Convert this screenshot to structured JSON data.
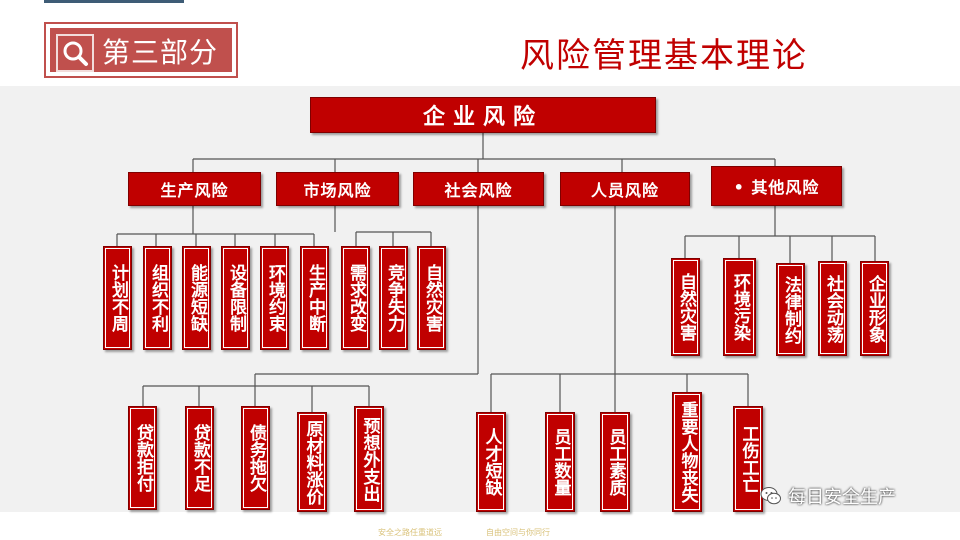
{
  "section": {
    "label": "第三部分"
  },
  "title": "风险管理基本理论",
  "root": "企业风险",
  "categories": [
    {
      "label": "生产风险"
    },
    {
      "label": "市场风险"
    },
    {
      "label": "社会风险"
    },
    {
      "label": "人员风险"
    },
    {
      "label": "• 其他风险"
    }
  ],
  "production_risks": [
    "计划不周",
    "组织不利",
    "能源短缺",
    "设备限制",
    "环境约束",
    "生产中断"
  ],
  "market_risks": [
    "需求改变",
    "竞争失力",
    "自然灾害"
  ],
  "social_risks": [
    "贷款拒付",
    "贷款不足",
    "债务拖欠",
    "原材料涨价",
    "预想外支出"
  ],
  "personnel_risks": [
    "人才短缺",
    "员工数量",
    "员工素质",
    "重要人物丧失",
    "工伤工亡"
  ],
  "other_risks": [
    "自然灾害",
    "环境污染",
    "法律制约",
    "社会动荡",
    "企业形象"
  ],
  "footer": {
    "left": "安全之路任重道远",
    "right": "自由空间与你同行"
  },
  "watermark": "每日安全生产",
  "colors": {
    "primary": "#c00000",
    "badge": "#c0504d",
    "background": "#f1f1f1",
    "title": "#c00000"
  },
  "icons": {
    "badge": "magnifier-icon",
    "watermark": "wechat-icon"
  }
}
